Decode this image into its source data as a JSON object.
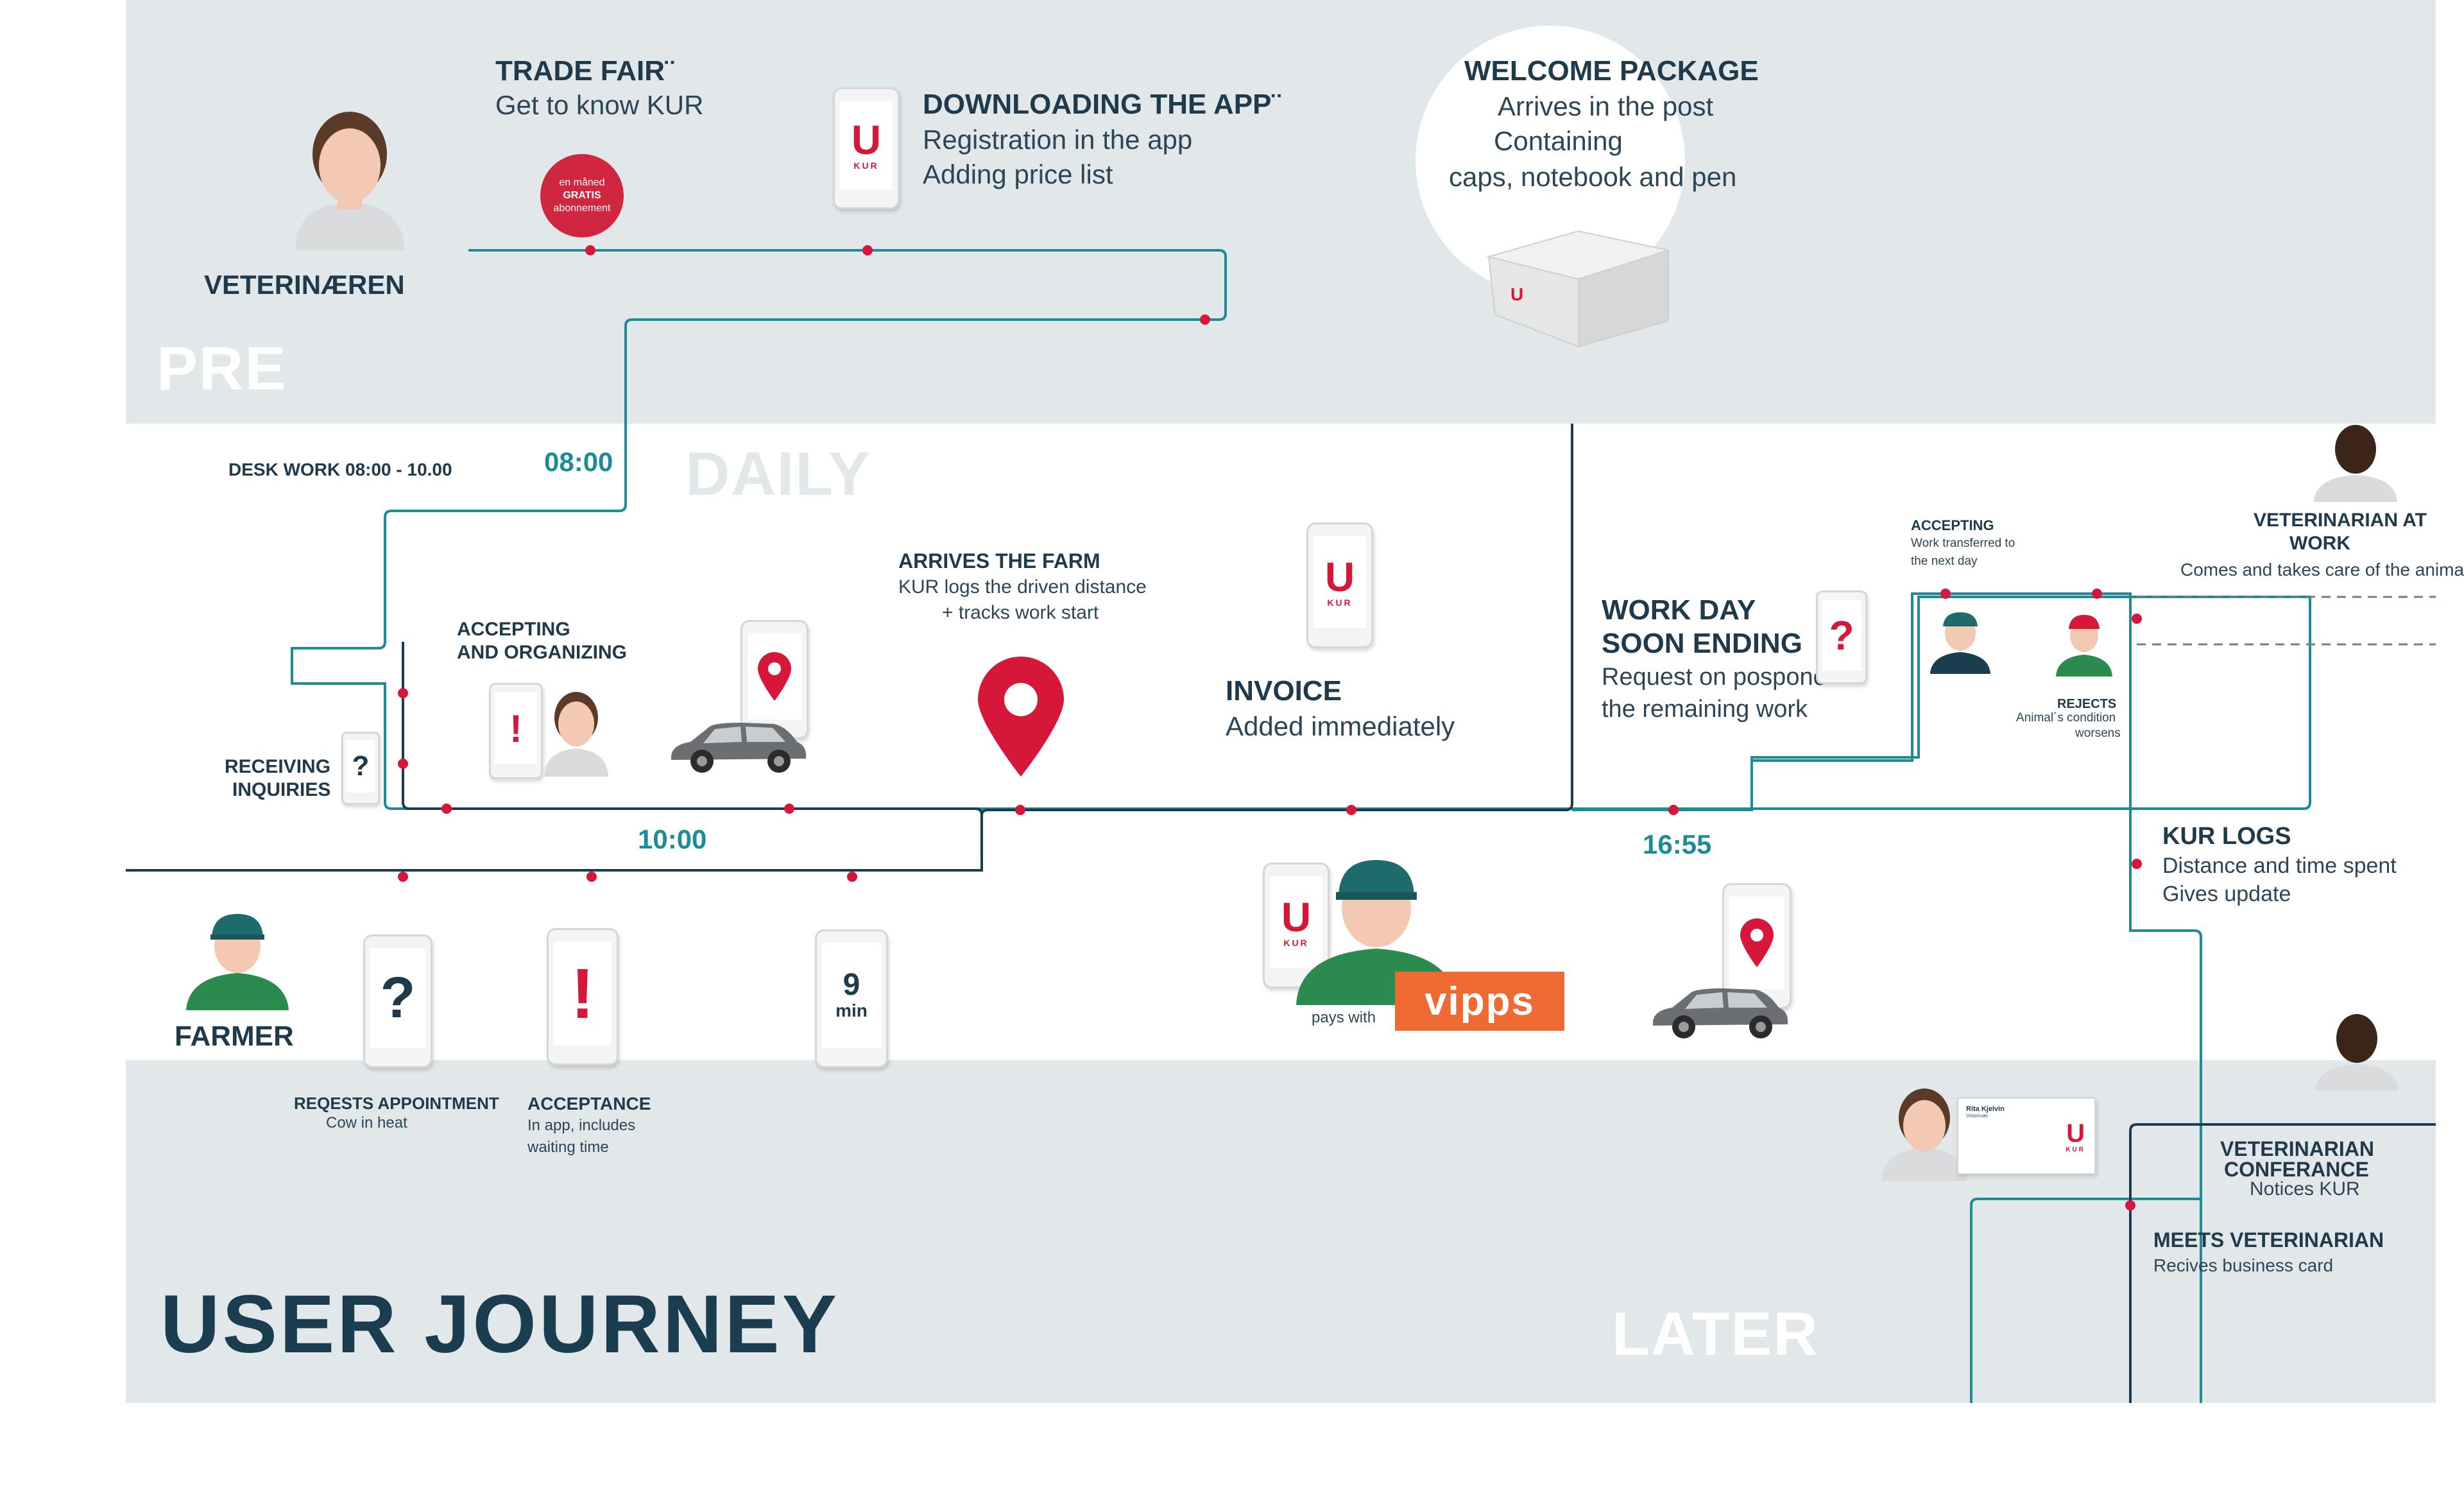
{
  "sections": {
    "pre": "PRE",
    "daily": "DAILY",
    "later": "LATER",
    "title": "USER JOURNEY"
  },
  "actors": {
    "veterinarian": "VETERINÆREN",
    "farmer": "FARMER"
  },
  "pre_steps": {
    "trade_fair": {
      "title": "TRADE FAIR¨",
      "text": "Get to know KUR",
      "badge": [
        "en måned",
        "GRATIS",
        "abonnement"
      ]
    },
    "download": {
      "title": "DOWNLOADING THE APP¨",
      "lines": [
        "Registration in the app",
        "Adding price list"
      ]
    },
    "welcome": {
      "title": "WELCOME PACKAGE",
      "lines": [
        "Arrives in the post",
        "Containing",
        "caps, notebook and pen"
      ]
    }
  },
  "daily_steps": {
    "desk_work": "DESK WORK 08:00 - 10.00",
    "time_0800": "08:00",
    "time_1000": "10:00",
    "time_1655": "16:55",
    "receiving": [
      "RECEIVING",
      "INQUIRIES"
    ],
    "accepting": [
      "ACCEPTING",
      "AND ORGANIZING"
    ],
    "arrives": {
      "title": "ARRIVES THE FARM",
      "lines": [
        "KUR logs the driven distance",
        "+ tracks work start"
      ]
    },
    "invoice": {
      "title": "INVOICE",
      "text": "Added immediately"
    },
    "workday": {
      "title": [
        "WORK DAY",
        "SOON ENDING"
      ],
      "lines": [
        "Request on pospone",
        "the remaining work"
      ]
    },
    "accepting_small": {
      "title": "ACCEPTING",
      "lines": [
        "Work transferred to",
        "the next day"
      ]
    },
    "rejects": {
      "title": "REJECTS",
      "lines": [
        "Animal´s condition",
        "worsens"
      ]
    },
    "vet_at_work": {
      "title": [
        "VETERINARIAN AT",
        "WORK"
      ],
      "text": "Comes and takes care of the animal"
    },
    "kur_logs": {
      "title": "KUR LOGS",
      "lines": [
        "Distance and time spent",
        "Gives update"
      ]
    },
    "pays_with": "pays with",
    "vipps": "vipps"
  },
  "farmer_steps": {
    "request": {
      "title": "REQESTS APPOINTMENT",
      "text": "Cow in heat"
    },
    "acceptance": {
      "title": "ACCEPTANCE",
      "lines": [
        "In app, includes",
        "waiting time"
      ]
    },
    "wait": {
      "num": "9",
      "unit": "min"
    }
  },
  "later_steps": {
    "conference": {
      "title": [
        "VETERINARIAN",
        "CONFERANCE"
      ],
      "text": "Notices KUR"
    },
    "meets": {
      "title": "MEETS VETERINARIAN",
      "text": "Recives business card"
    },
    "card": {
      "name": "Rita Kjelvin",
      "role": "Veterinær"
    }
  },
  "kur_logo": {
    "letter": "U",
    "word": "KUR"
  },
  "marks": {
    "question": "?",
    "exclamation": "!"
  },
  "colors": {
    "band": "#e2e7ea",
    "teal": "#1d8c97",
    "navy": "#1a3d50",
    "red": "#d6173a",
    "vipps": "#ee6a32"
  }
}
